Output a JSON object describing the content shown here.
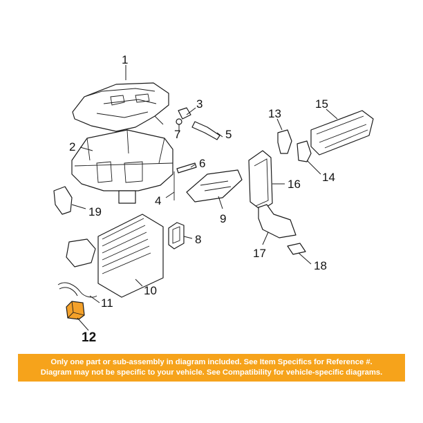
{
  "callouts": {
    "c1": "1",
    "c2": "2",
    "c3": "3",
    "c4": "4",
    "c5": "5",
    "c6": "6",
    "c7": "7",
    "c8": "8",
    "c9": "9",
    "c10": "10",
    "c11": "11",
    "c12": "12",
    "c13": "13",
    "c14": "14",
    "c15": "15",
    "c16": "16",
    "c17": "17",
    "c18": "18",
    "c19": "19"
  },
  "highlighted_part": "12",
  "highlight_color": "#f4a12a",
  "notice": {
    "line1": "Only one part or sub-assembly in diagram included. See Item Specifics for Reference #.",
    "line2": "Diagram may not be specific to your vehicle. See Compatibility for vehicle-specific diagrams.",
    "background": "#f6a31b",
    "text_color": "#ffffff"
  }
}
